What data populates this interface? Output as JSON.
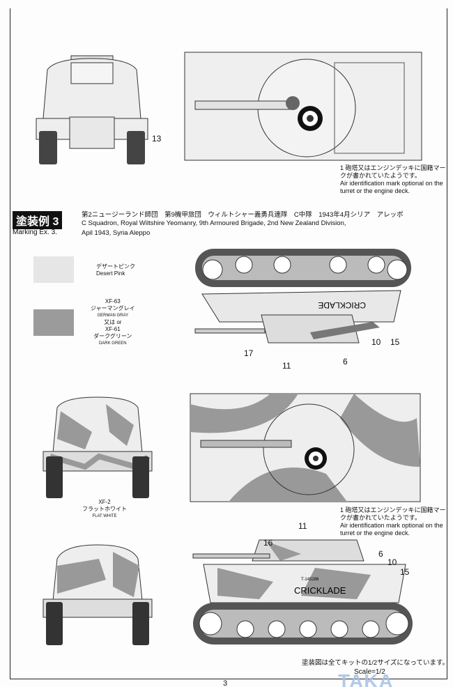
{
  "marking": {
    "badge_jp": "塗装例 3",
    "caption_jp": "第2ニュージーランド師団　第9機甲旅団　ウィルトシャー義勇兵連隊　C中隊　1943年4月シリア　アレッポ",
    "caption_en": "C Squadron, Royal Wiltshire Yeomanry, 9th Armoured Brigade, 2nd New Zealand Division,",
    "label_en": "Marking Ex. 3.",
    "date_en": "Apil 1943, Syria Aleppo"
  },
  "paints": [
    {
      "jp": "デザートピンク",
      "en": "Desert Pink",
      "color": "#e6e6e6"
    },
    {
      "code": "XF-63",
      "jp": "ジャーマングレイ",
      "en": "GERMAN GRAY",
      "or": "又は or",
      "code2": "XF-61",
      "jp2": "ダークグリーン",
      "en2": "DARK GREEN",
      "color": "#9b9b9b"
    },
    {
      "code": "XF-2",
      "jp": "フラットホワイト",
      "en": "FLAT WHITE"
    }
  ],
  "air_id_note": {
    "num": "1",
    "jp": "砲塔又はエンジンデッキに国籍マークが書かれていたようです。",
    "en": "Air identification mark optional on the turret or the engine deck."
  },
  "callouts": {
    "top_front": "13",
    "side1": [
      "17",
      "11",
      "6",
      "10",
      "15"
    ],
    "side2": [
      "16",
      "11",
      "6",
      "10",
      "15"
    ]
  },
  "tank_name": "CRICKLADE",
  "serial": "T-145286",
  "footer": {
    "jp": "塗装図は全てキットの1/2サイズになっています。",
    "scale": "Scale=1/2",
    "page": "3"
  },
  "watermark": "TAKA Hobby"
}
